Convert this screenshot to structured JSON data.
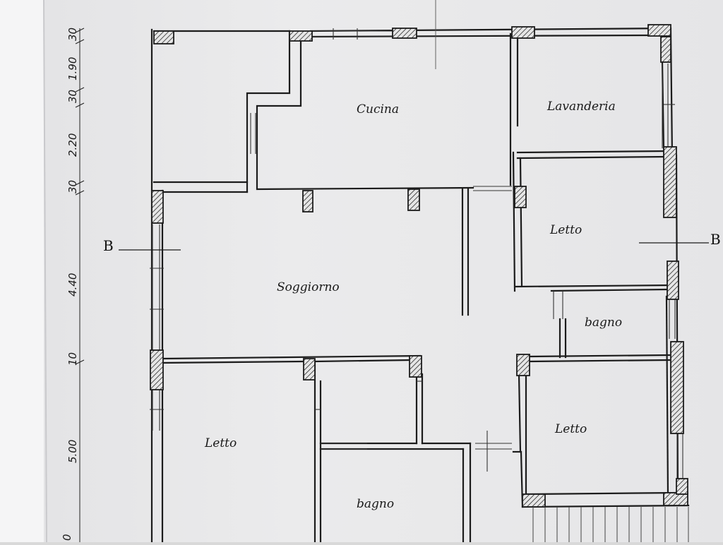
{
  "plan": {
    "rooms": {
      "cucina": "Cucina",
      "lavanderia": "Lavanderia",
      "letto_east": "Letto",
      "soggiorno": "Soggiorno",
      "bagno_east": "bagno",
      "letto_southwest": "Letto",
      "letto_southeast": "Letto",
      "bagno_south": "bagno"
    },
    "section_marks": {
      "left": "B",
      "right": "B"
    },
    "dimensions": {
      "d1": "30",
      "d2": "1.90",
      "d3": "30",
      "d4": "2.20",
      "d5": "30",
      "d6": "4.40",
      "d7": "10",
      "d8": "5.00",
      "d9": "0"
    }
  },
  "colors": {
    "paper": "#e9e9ea",
    "ink": "#1c1c1c",
    "hatch": "#2a2a2a",
    "page_margin": "#f3f3f3"
  }
}
